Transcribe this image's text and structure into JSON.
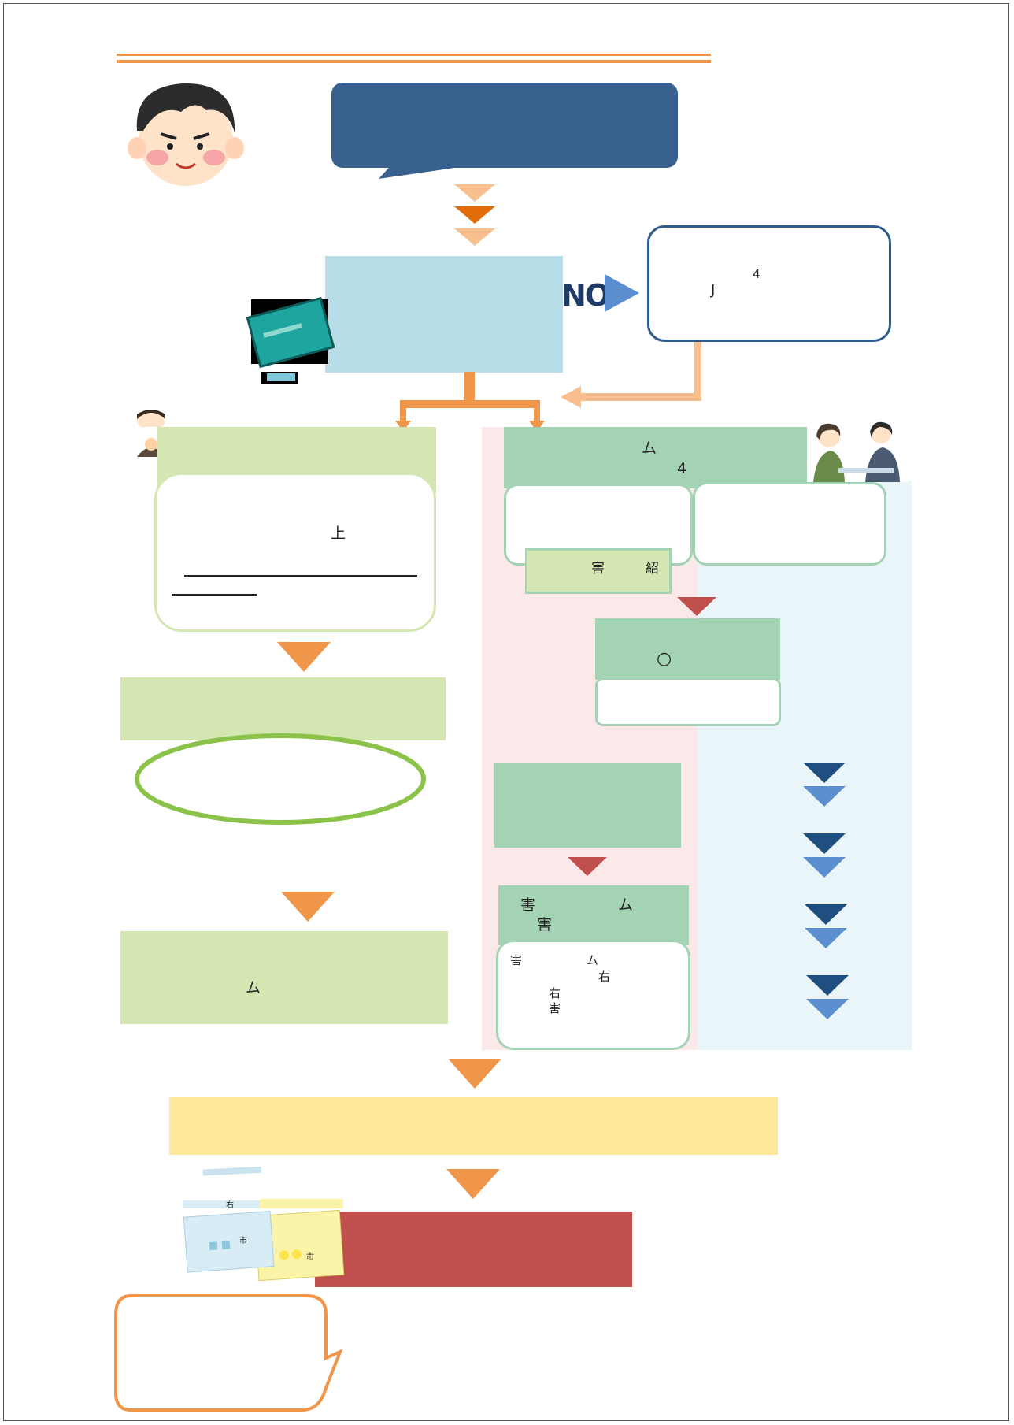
{
  "header": {
    "title": ""
  },
  "speech_bubble": {
    "text": ""
  },
  "decision": {
    "no_label": "NO",
    "callout_digit": "4",
    "callout_glyph": "J"
  },
  "left_column": {
    "white_box": {
      "glyph": "上"
    },
    "bottom_box": {
      "glyph": "ム"
    }
  },
  "right_column": {
    "header": {
      "glyph": "ム",
      "digit": "4"
    },
    "middle_label": {
      "glyph_a": "害",
      "glyph_b": "紹"
    },
    "circle_box": {
      "glyph": "○"
    },
    "lower_box": {
      "line1_a": "害",
      "line1_b": "ム",
      "line2": "害"
    },
    "lower_white": {
      "g1": "害",
      "g2": "ム",
      "g3": "右",
      "g4": "右",
      "g5": "害"
    }
  },
  "cards": {
    "blue_city": "市",
    "yellow_city": "市",
    "blue_top": "右"
  },
  "colors": {
    "navy": "#37608f",
    "orange": "#f0964a",
    "light_orange": "#f8c08e",
    "dark_orange": "#e36c0a",
    "light_blue": "#b7dde8",
    "light_green": "#d4e7b3",
    "mint": "#a3d2b4",
    "pink": "#fbe8e8",
    "pale_blue": "#e9f5f8",
    "yellow": "#fee79b",
    "red": "#c0504d",
    "green_ellipse": "#8bc34a",
    "arrow_blue_dark": "#1f4e80",
    "arrow_blue_light": "#5b8fcf"
  }
}
